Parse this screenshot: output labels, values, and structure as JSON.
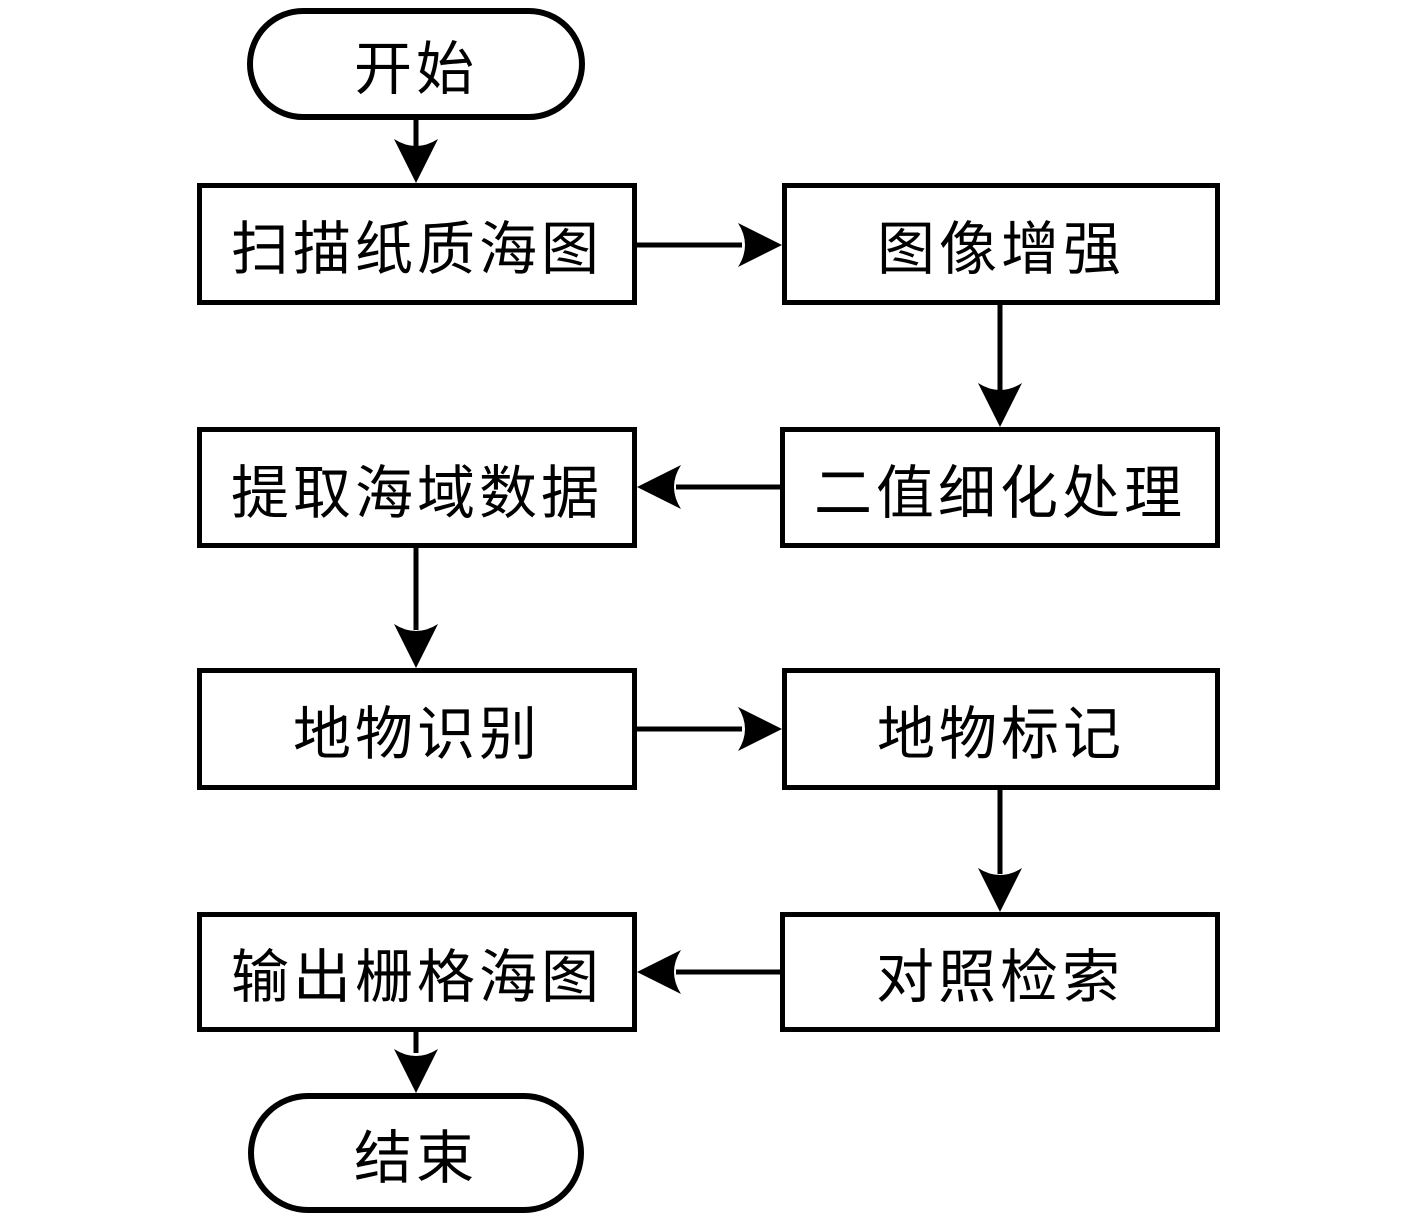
{
  "diagram": {
    "background_color": "#ffffff",
    "stroke_color": "#000000",
    "nodes": {
      "start": {
        "label": "开始",
        "shape": "terminator"
      },
      "scan": {
        "label": "扫描纸质海图",
        "shape": "process"
      },
      "enhance": {
        "label": "图像增强",
        "shape": "process"
      },
      "extract": {
        "label": "提取海域数据",
        "shape": "process"
      },
      "binarize": {
        "label": "二值细化处理",
        "shape": "process"
      },
      "recognize": {
        "label": "地物识别",
        "shape": "process"
      },
      "mark": {
        "label": "地物标记",
        "shape": "process"
      },
      "output": {
        "label": "输出栅格海图",
        "shape": "process"
      },
      "retrieve": {
        "label": "对照检索",
        "shape": "process"
      },
      "end": {
        "label": "结束",
        "shape": "terminator"
      }
    },
    "edges": [
      {
        "from": "start",
        "to": "scan",
        "direction": "down"
      },
      {
        "from": "scan",
        "to": "enhance",
        "direction": "right"
      },
      {
        "from": "enhance",
        "to": "binarize",
        "direction": "down"
      },
      {
        "from": "binarize",
        "to": "extract",
        "direction": "left"
      },
      {
        "from": "extract",
        "to": "recognize",
        "direction": "down"
      },
      {
        "from": "recognize",
        "to": "mark",
        "direction": "right"
      },
      {
        "from": "mark",
        "to": "retrieve",
        "direction": "down"
      },
      {
        "from": "retrieve",
        "to": "output",
        "direction": "left"
      },
      {
        "from": "output",
        "to": "end",
        "direction": "down"
      }
    ]
  }
}
